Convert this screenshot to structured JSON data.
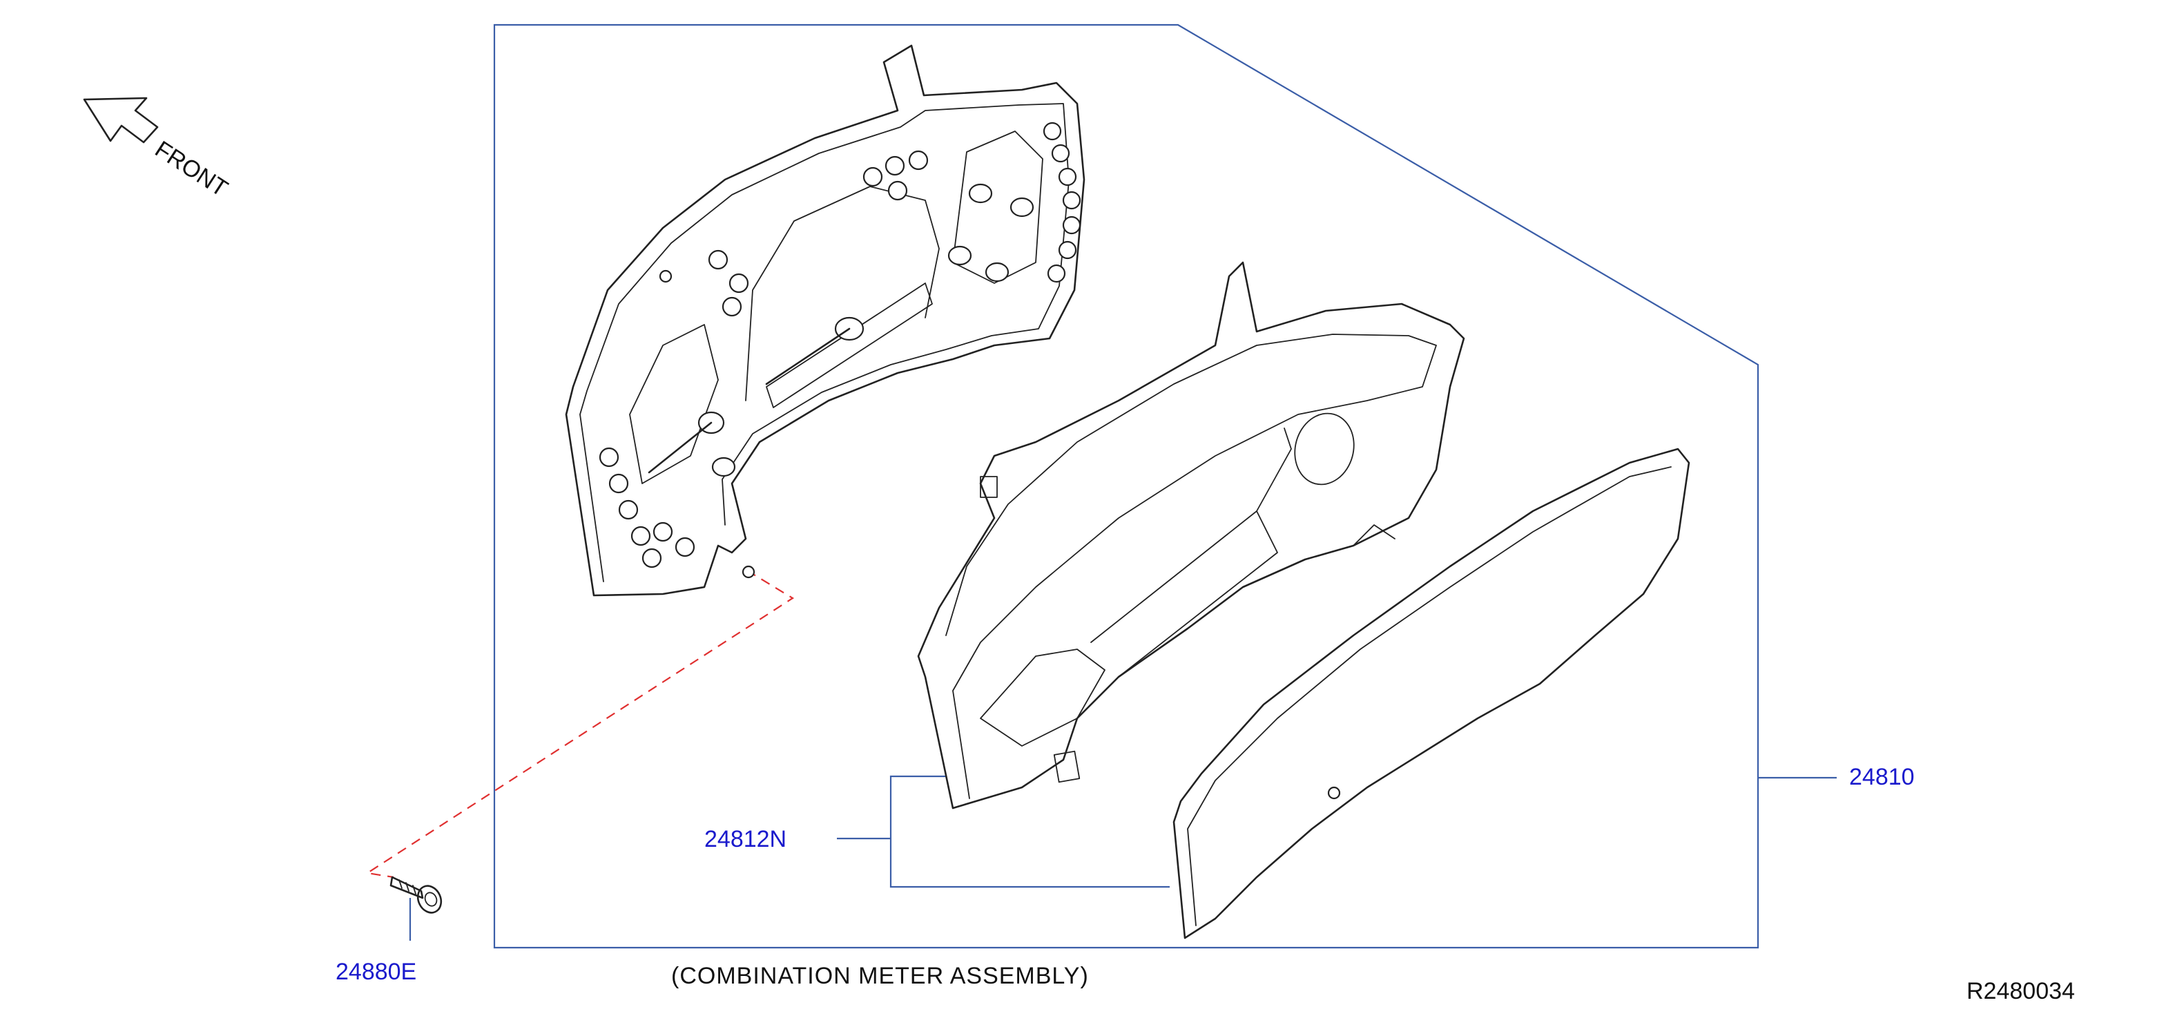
{
  "labels": {
    "front": "FRONT",
    "part_assembly": "24810",
    "part_lens": "24812N",
    "part_screw": "24880E",
    "caption": "(COMBINATION  METER  ASSEMBLY)",
    "ref_code": "R2480034"
  },
  "colors": {
    "callout_text": "#1a1acc",
    "leader_line": "#3b5ea8",
    "dashed_line": "#e03030",
    "drawing_line": "#222222"
  },
  "icons": {
    "front_arrow": "front-arrow-icon"
  }
}
